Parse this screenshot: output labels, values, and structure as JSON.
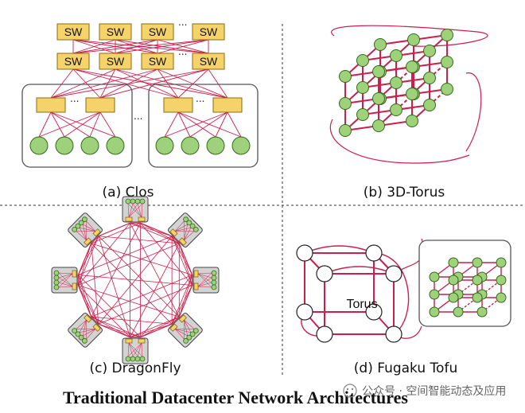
{
  "figure_title": "Traditional Datacenter Network Architectures",
  "panels": {
    "clos": {
      "caption": "(a) Clos",
      "switch_label": "SW",
      "ellipsis": "..."
    },
    "torus3d": {
      "caption": "(b) 3D-Torus"
    },
    "dragonfly": {
      "caption": "(c) DragonFly"
    },
    "tofu": {
      "caption": "(d) Fugaku Tofu",
      "torus_label": "Torus"
    }
  },
  "watermark": "公众号 · 空间智能动态及应用",
  "colors": {
    "link": "#cc1f4e",
    "switch_fill": "#f6d36a",
    "switch_stroke": "#8a6d12",
    "node_fill": "#9fd17a",
    "node_stroke": "#2f6b1c",
    "box_stroke": "#555555"
  }
}
